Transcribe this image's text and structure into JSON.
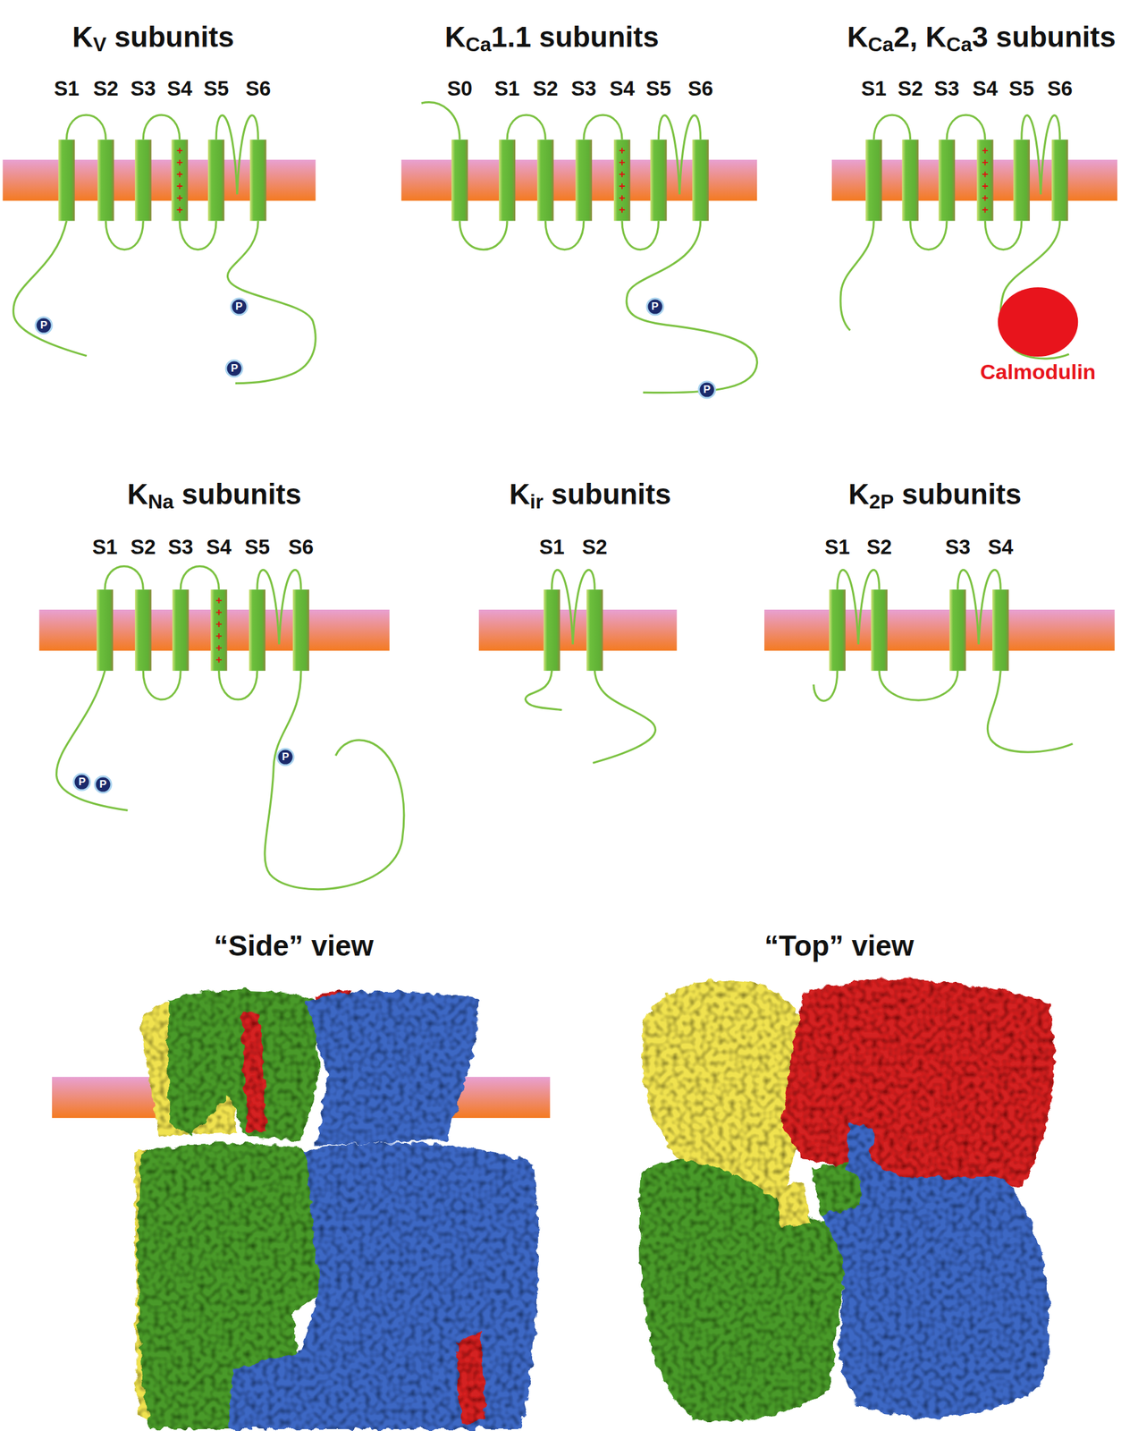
{
  "diagram": {
    "nodes": [
      {
        "text": [
          "P"
        ]
      },
      {
        "text": [
          "P"
        ]
      },
      {
        "text": [
          "P"
        ]
      },
      {
        "text": [
          "P"
        ]
      },
      {
        "text": [
          "P"
        ]
      },
      {
        "text": [
          "Calmodulin"
        ]
      },
      {
        "text": [
          "P"
        ]
      },
      {
        "text": [
          "P"
        ]
      },
      {
        "text": [
          "P"
        ]
      }
    ],
    "labels": [
      "KV subunits",
      "S1",
      "S2",
      "S3",
      "S4",
      "S5",
      "S6",
      "KCa1.1 subunits",
      "S0",
      "S1",
      "S2",
      "S3",
      "S4",
      "S5",
      "S6",
      "KCa2, KCa3 subunits",
      "S1",
      "S2",
      "S3",
      "S4",
      "S5",
      "S6",
      "KNa subunits",
      "S1",
      "S2",
      "S3",
      "S4",
      "S5",
      "S6",
      "Kir subunits",
      "S1",
      "S2",
      "K2P subunits",
      "S1",
      "S2",
      "S3",
      "S4",
      "“Side” view",
      "“Top” view"
    ]
  }
}
